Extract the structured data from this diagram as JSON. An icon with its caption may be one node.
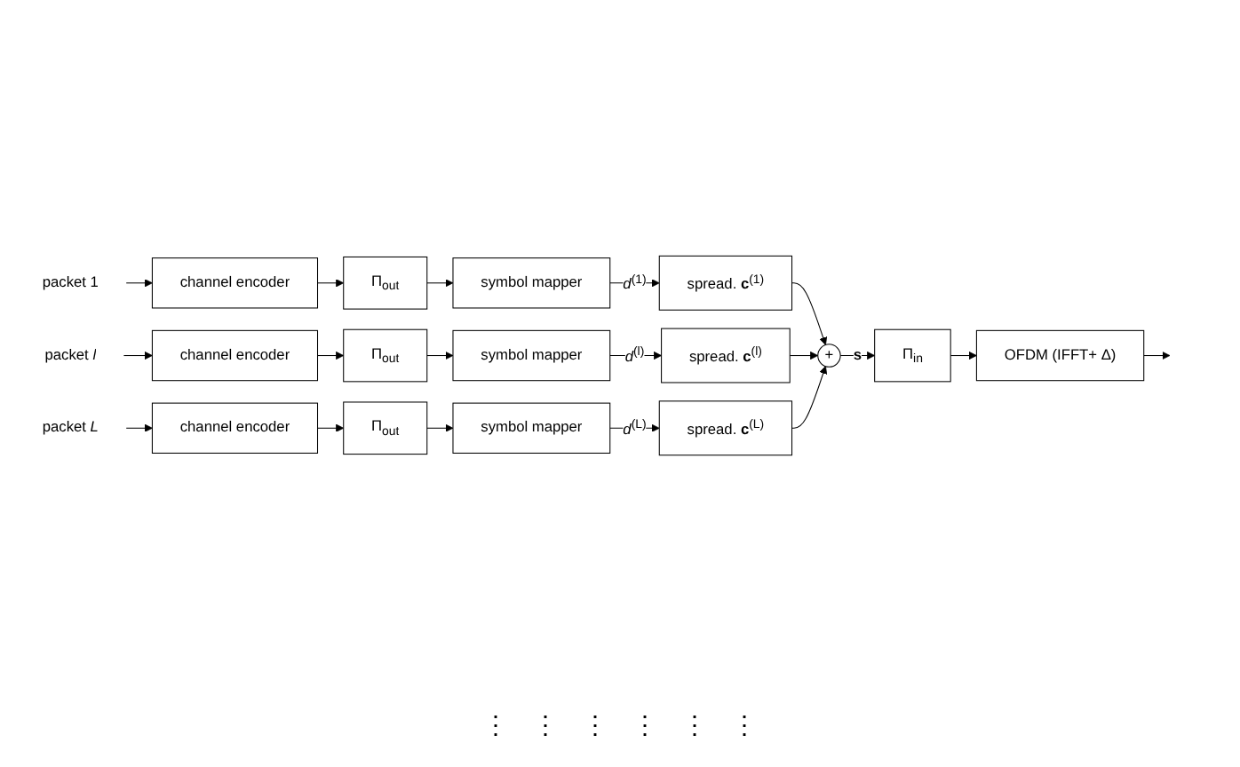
{
  "diagram": {
    "nodes": [
      {
        "text": [
          "packet 1"
        ]
      },
      {
        "text": [
          "channel encoder"
        ]
      },
      {
        "text": [
          "Π$_{out}$"
        ]
      },
      {
        "text": [
          "symbol mapper"
        ]
      },
      {
        "text": [
          "spread. **c**$^{(1)}$"
        ]
      },
      {
        "text": [
          "packet *l*"
        ]
      },
      {
        "text": [
          "channel encoder"
        ]
      },
      {
        "text": [
          "Π$_{out}$"
        ]
      },
      {
        "text": [
          "symbol mapper"
        ]
      },
      {
        "text": [
          "spread. **c**$^{(l)}$"
        ]
      },
      {
        "text": [
          "packet *L*"
        ]
      },
      {
        "text": [
          "channel encoder"
        ]
      },
      {
        "text": [
          "Π$_{out}$"
        ]
      },
      {
        "text": [
          "symbol mapper"
        ]
      },
      {
        "text": [
          "spread. **c**$^{(L)}$"
        ]
      },
      {
        "text": [
          "+"
        ]
      },
      {
        "text": [
          "Π$_{in}$"
        ]
      },
      {
        "text": [
          "OFDM (IFFT+ Δ)"
        ]
      }
    ],
    "edges": [
      {
        "from": 0,
        "to": 1,
        "arrow": "to"
      },
      {
        "from": 1,
        "to": 2,
        "arrow": "to"
      },
      {
        "from": 2,
        "to": 3,
        "arrow": "to"
      },
      {
        "from": 3,
        "to": 4,
        "arrow": "to",
        "label": "*d*$^{(1)}$"
      },
      {
        "from": 4,
        "to": 15,
        "arrow": "to"
      },
      {
        "from": 5,
        "to": 6,
        "arrow": "to"
      },
      {
        "from": 6,
        "to": 7,
        "arrow": "to"
      },
      {
        "from": 7,
        "to": 8,
        "arrow": "to"
      },
      {
        "from": 8,
        "to": 9,
        "arrow": "to",
        "label": "*d*$^{(l)}$"
      },
      {
        "from": 9,
        "to": 15,
        "arrow": "to"
      },
      {
        "from": 10,
        "to": 11,
        "arrow": "to"
      },
      {
        "from": 11,
        "to": 12,
        "arrow": "to"
      },
      {
        "from": 12,
        "to": 13,
        "arrow": "to"
      },
      {
        "from": 13,
        "to": 14,
        "arrow": "to",
        "label": "*d*$^{(L)}$"
      },
      {
        "from": 14,
        "to": 15,
        "arrow": "to"
      },
      {
        "from": 15,
        "to": 16,
        "arrow": "to",
        "label": "**s**"
      },
      {
        "from": 16,
        "to": 17,
        "arrow": "to"
      },
      {
        "from": 17,
        "to": null,
        "arrow": "to"
      }
    ],
    "labels": [
      "⋮",
      "⋮",
      "⋮",
      "⋮",
      "⋮",
      "⋮"
    ]
  }
}
